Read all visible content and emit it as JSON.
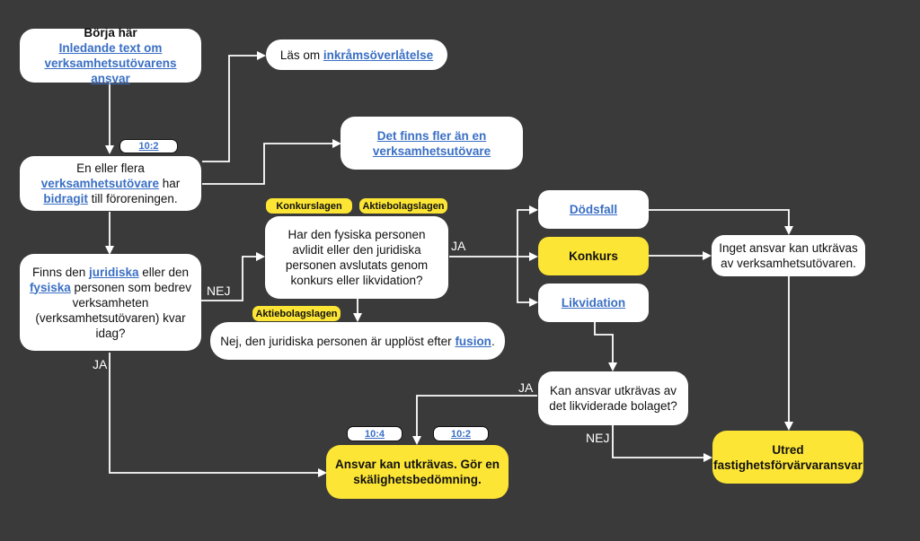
{
  "nodes": {
    "start": {
      "title": "Börja här",
      "link": "Inledande text om verksamhetsutövarens ansvar"
    },
    "revenue_transfer": {
      "text": "Läs om ",
      "link": "inkråmsöverlåtelse"
    },
    "multiple_operators": {
      "link": "Det finns fler än en verksamhetsutövare"
    },
    "contributed": {
      "t1": "En eller flera ",
      "link1": "verksamhetsutövare",
      "t2": " har ",
      "link2": "bidragit",
      "t3": " till föroreningen."
    },
    "exists_today": {
      "t1": "Finns den ",
      "link1": "juridiska",
      "t2": " eller den ",
      "link2": "fysiska",
      "t3": " personen som bedrev verksamheten (verksamhetsutövaren) kvar idag?"
    },
    "deceased_or_liquidated": {
      "text": "Har den fysiska personen avlidit eller den juridiska personen avslutats genom konkurs eller likvidation?"
    },
    "merged": {
      "text": "Nej, den juridiska personen är upplöst efter ",
      "link": "fusion",
      "end": "."
    },
    "death": {
      "link": "Dödsfall"
    },
    "bankruptcy": {
      "text": "Konkurs"
    },
    "liquidation": {
      "link": "Likvidation"
    },
    "no_liability": {
      "text": "Inget ansvar kan utkrävas av verksamhetsutövaren."
    },
    "liquidated_company": {
      "text": "Kan ansvar utkrävas av det likviderade bolaget?"
    },
    "liability": {
      "text": "Ansvar kan utkrävas. Gör en skälighetsbedömning."
    },
    "investigate": {
      "text": "Utred fastighetsförvärvaransvar"
    }
  },
  "tags": {
    "ref_10_2_top": "10:2",
    "konkurslagen": "Konkurslagen",
    "aktiebolagslagen_top": "Aktiebolagslagen",
    "aktiebolagslagen_bottom": "Aktiebolagslagen",
    "ref_10_4": "10:4",
    "ref_10_2_bottom": "10:2"
  },
  "edge_labels": {
    "nej_exists": "NEJ",
    "ja_exists": "JA",
    "ja_deceased": "JA",
    "ja_liquidated": "JA",
    "nej_liquidated": "NEJ"
  },
  "colors": {
    "background": "#3a3a3a",
    "box": "#ffffff",
    "highlight": "#fce534",
    "link": "#3a6fc4",
    "line": "#ffffff"
  }
}
